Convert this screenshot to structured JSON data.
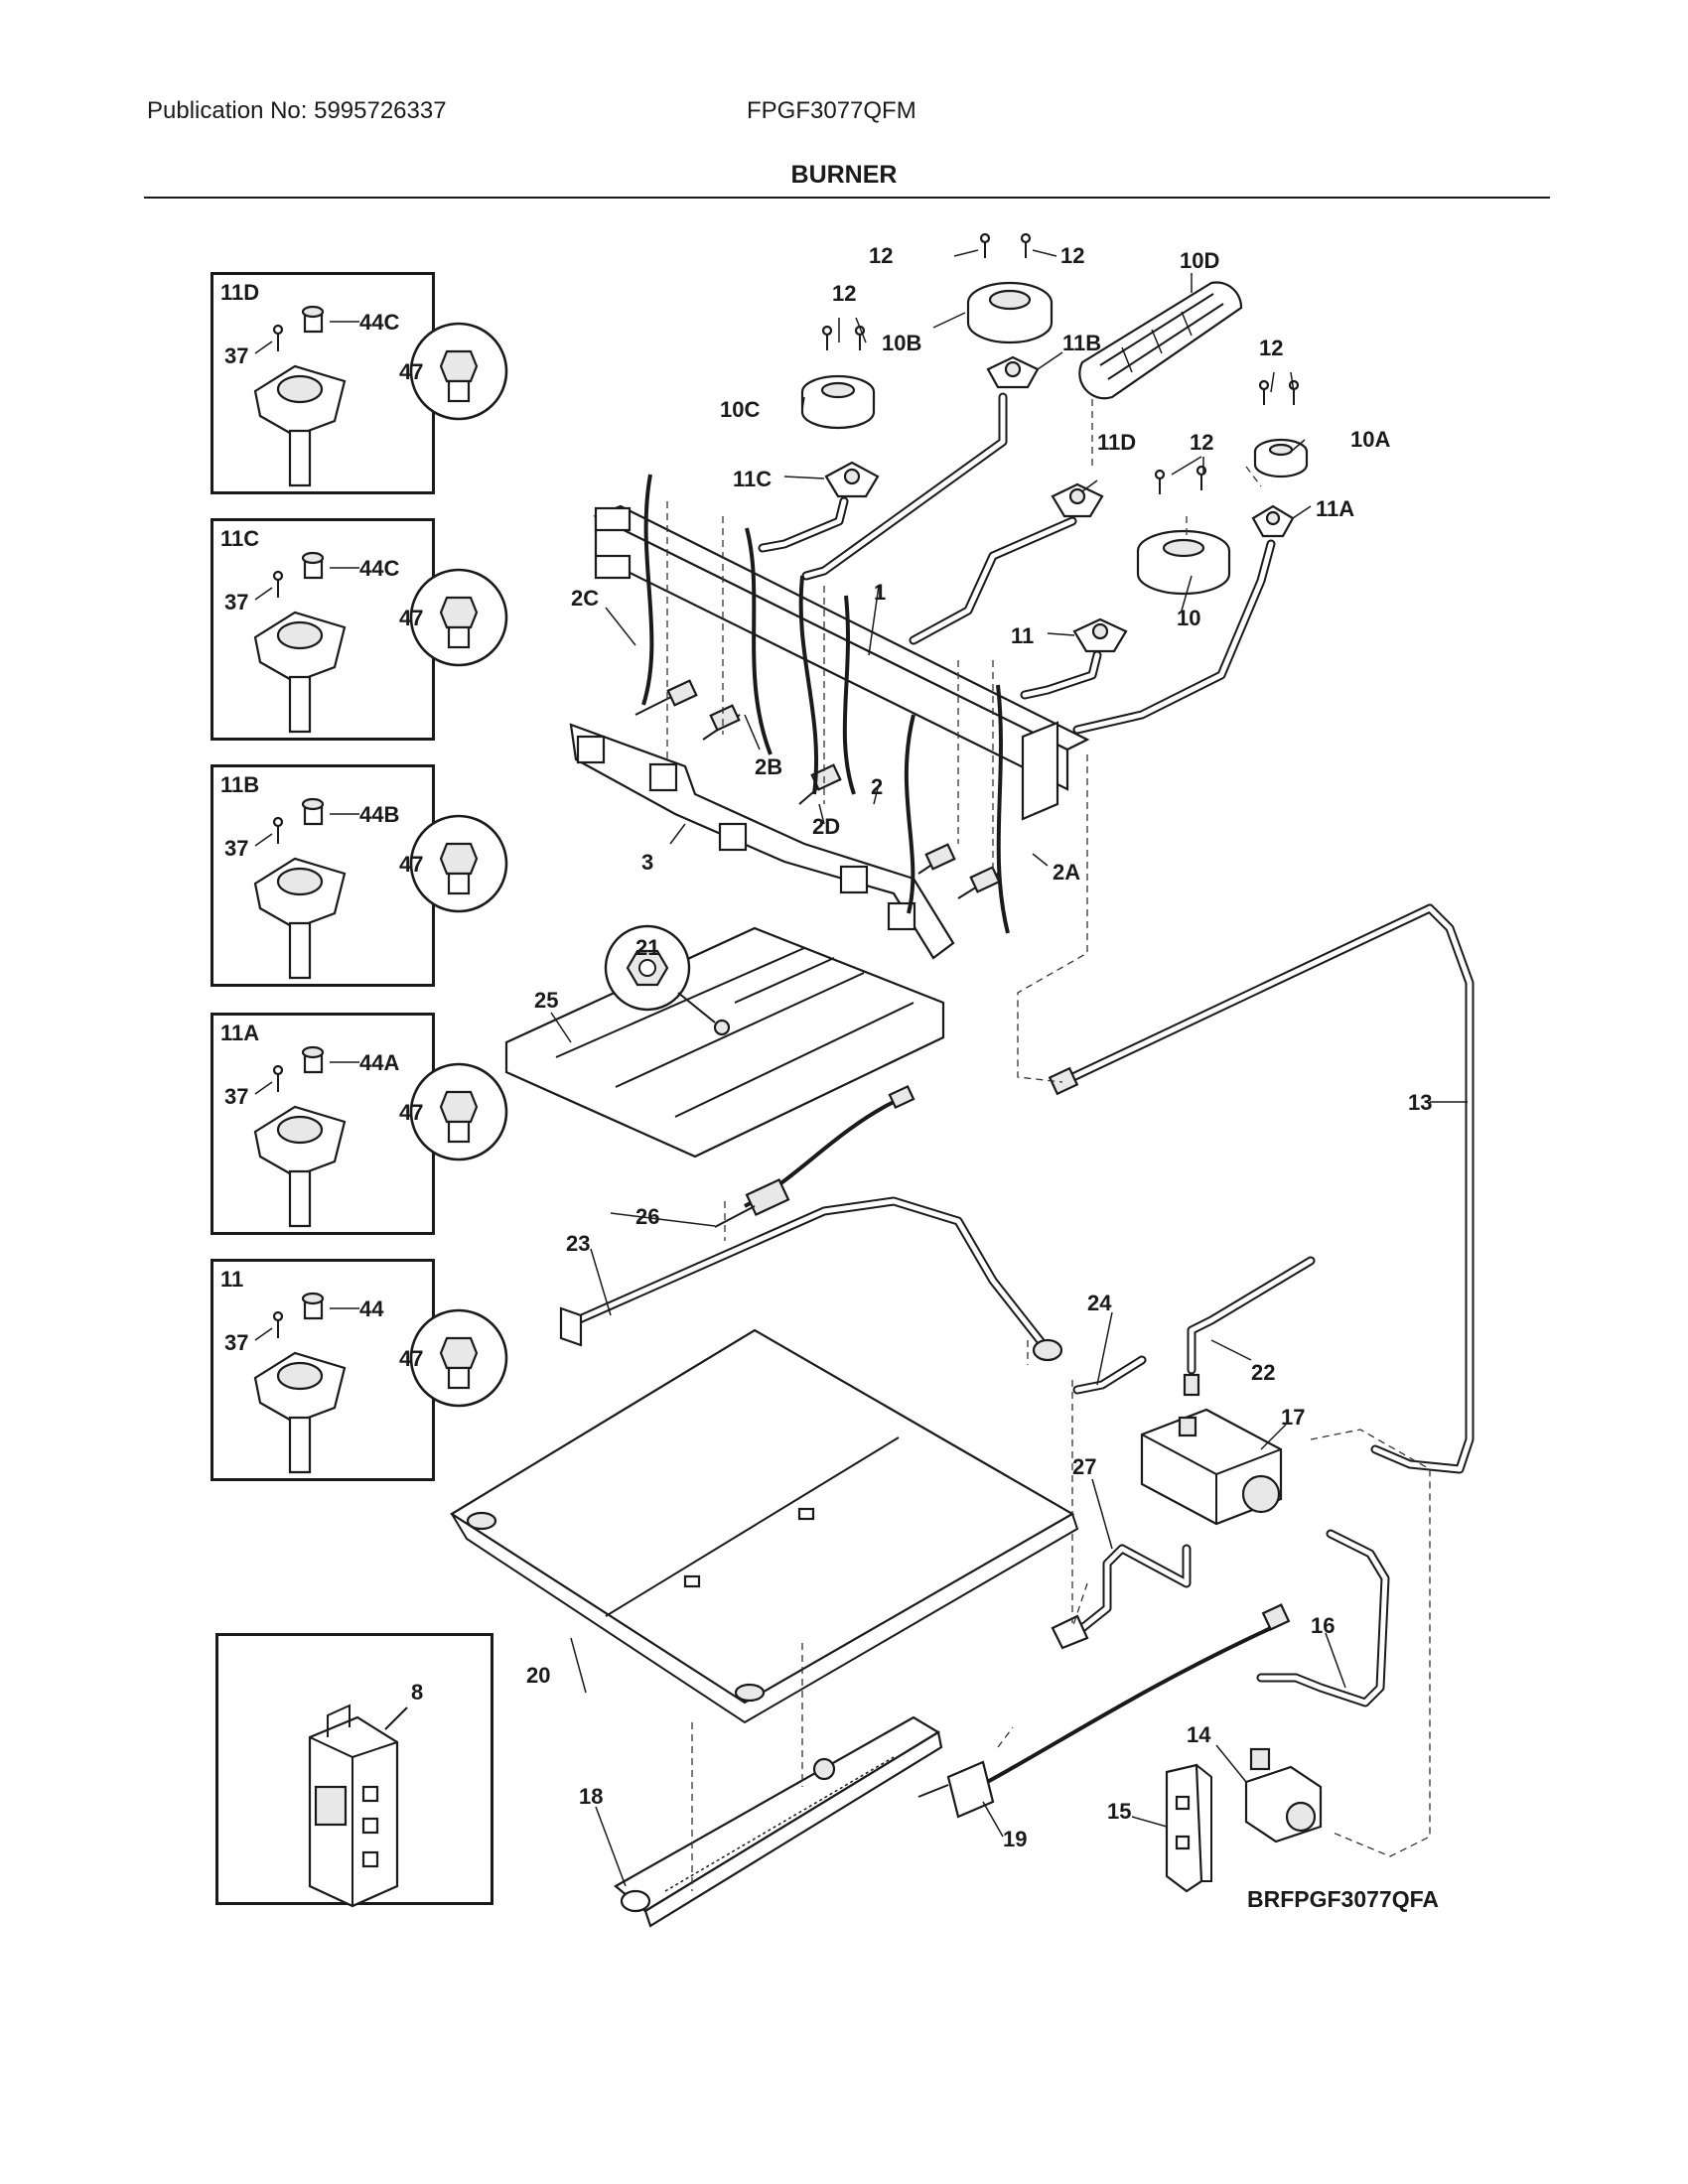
{
  "header": {
    "publication": "Publication No: 5995726337",
    "model": "FPGF3077QFM",
    "title": "BURNER"
  },
  "insets": [
    {
      "head": "11D",
      "screw": "37",
      "orifice_holder": "44C",
      "orifice": "47"
    },
    {
      "head": "11C",
      "screw": "37",
      "orifice_holder": "44C",
      "orifice": "47"
    },
    {
      "head": "11B",
      "screw": "37",
      "orifice_holder": "44B",
      "orifice": "47"
    },
    {
      "head": "11A",
      "screw": "37",
      "orifice_holder": "44A",
      "orifice": "47"
    },
    {
      "head": "11",
      "screw": "37",
      "orifice_holder": "44",
      "orifice": "47"
    }
  ],
  "inset_8_label": "8",
  "callouts": {
    "p1": "1",
    "p2": "2",
    "p2a": "2A",
    "p2b": "2B",
    "p2c": "2C",
    "p2d": "2D",
    "p3": "3",
    "p10": "10",
    "p10a": "10A",
    "p10b": "10B",
    "p10c": "10C",
    "p10d": "10D",
    "p11": "11",
    "p11a": "11A",
    "p11b": "11B",
    "p11c": "11C",
    "p11d": "11D",
    "p12a": "12",
    "p12b": "12",
    "p12c": "12",
    "p12d": "12",
    "p12e": "12",
    "p13": "13",
    "p14": "14",
    "p15": "15",
    "p16": "16",
    "p17": "17",
    "p18": "18",
    "p19": "19",
    "p20": "20",
    "p21": "21",
    "p22": "22",
    "p23": "23",
    "p24": "24",
    "p25": "25",
    "p26": "26",
    "p27": "27"
  },
  "diagram_code": "BRFPGF3077QFA"
}
